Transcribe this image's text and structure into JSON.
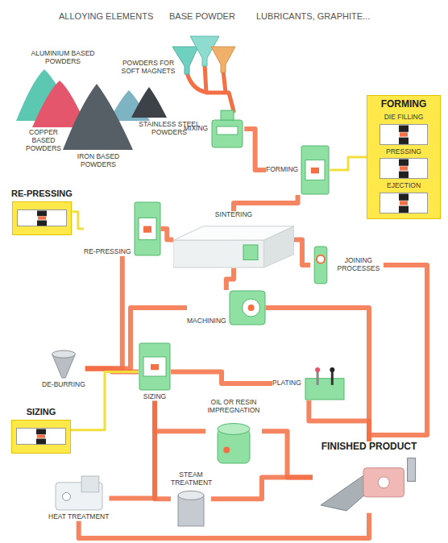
{
  "diagram": {
    "nodes": [
      {
        "text": [
          "MIXING"
        ]
      },
      {
        "text": [
          "FORMING"
        ]
      },
      {
        "text": [
          "FORMING"
        ]
      },
      {
        "text": [
          "DIE FILLING"
        ],
        "in": 2
      },
      {
        "text": [
          "PRESSING"
        ],
        "in": 2
      },
      {
        "text": [
          "EJECTION"
        ],
        "in": 2
      },
      {
        "text": [
          "SINTERING"
        ]
      },
      {
        "text": [
          "RE-PRESSING"
        ]
      },
      {
        "text": [
          "RE-PRESSING"
        ]
      },
      {
        "text": [
          "JOINING PROCESSES"
        ]
      },
      {
        "text": [
          "MACHINING"
        ]
      },
      {
        "text": [
          "DE-BURRING"
        ]
      },
      {
        "text": [
          "SIZING"
        ]
      },
      {
        "text": [
          "SIZING"
        ]
      },
      {
        "text": [
          "PLATING"
        ]
      },
      {
        "text": [
          "OIL OR RESIN IMPREGNATION"
        ]
      },
      {
        "text": [
          "STEAM TREATMENT"
        ]
      },
      {
        "text": [
          "HEAT TREATMENT"
        ]
      },
      {
        "text": [
          "FINISHED PRODUCT"
        ]
      }
    ],
    "edges": [
      {
        "from": 0,
        "to": 1,
        "arrow": "none"
      },
      {
        "from": 1,
        "to": 6,
        "arrow": "none"
      },
      {
        "from": 6,
        "to": 7,
        "arrow": "none"
      },
      {
        "from": 7,
        "to": 11,
        "arrow": "none"
      },
      {
        "from": 6,
        "to": 9,
        "arrow": "none"
      },
      {
        "from": 6,
        "to": 10,
        "arrow": "none"
      },
      {
        "from": 10,
        "to": 11,
        "arrow": "none"
      },
      {
        "from": 11,
        "to": 12,
        "arrow": "none"
      },
      {
        "from": 12,
        "to": 14,
        "arrow": "none"
      },
      {
        "from": 12,
        "to": 15,
        "arrow": "none"
      },
      {
        "from": 12,
        "to": 16,
        "arrow": "none"
      },
      {
        "from": 12,
        "to": 17,
        "arrow": "none"
      },
      {
        "from": 9,
        "to": 18,
        "arrow": "none"
      },
      {
        "from": 10,
        "to": 18,
        "arrow": "none"
      },
      {
        "from": 14,
        "to": 18,
        "arrow": "none"
      },
      {
        "from": 15,
        "to": 18,
        "arrow": "none"
      },
      {
        "from": 16,
        "to": 18,
        "arrow": "none"
      },
      {
        "from": 17,
        "to": 18,
        "arrow": "none"
      },
      {
        "from": 2,
        "to": 1,
        "arrow": "none"
      },
      {
        "from": 8,
        "to": 7,
        "arrow": "none"
      },
      {
        "from": 13,
        "to": 12,
        "arrow": "none"
      }
    ],
    "labels": [
      "ALLOYING ELEMENTS",
      "BASE POWDER",
      "LUBRICANTS, GRAPHITE...",
      "ALUMINIUM BASED POWDERS",
      "POWDERS FOR SOFT MAGNETS",
      "COPPER BASED POWDERS",
      "IRON BASED POWDERS",
      "STAINLESS STEEL POWDERS"
    ]
  }
}
